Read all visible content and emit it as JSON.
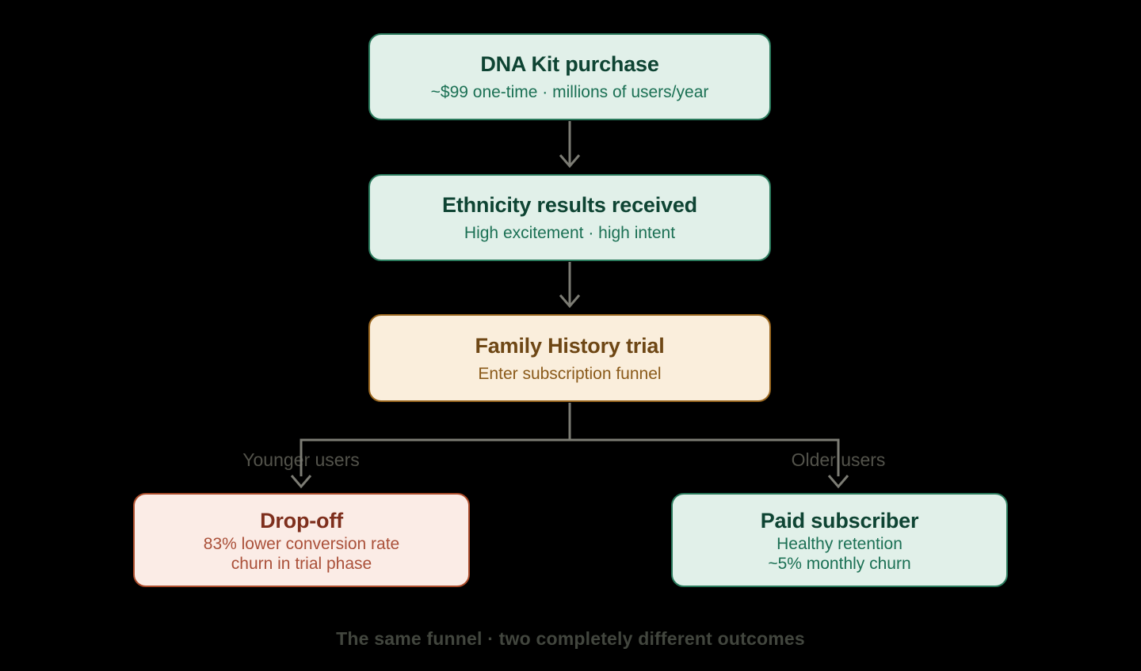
{
  "theme": {
    "background": "#000000",
    "arrow": "#7c7c74",
    "label_text": "#53534b",
    "caption_text": "#42463e",
    "green_fill": "#e1f0e9",
    "green_border": "#2a7a5c",
    "green_title": "#0e4433",
    "green_subtitle": "#1b7054",
    "amber_fill": "#faeedc",
    "amber_border": "#9a671f",
    "amber_title": "#6e4715",
    "amber_subtitle": "#8a5a1a",
    "red_fill": "#fbece6",
    "red_border": "#ab4c2b",
    "red_title": "#7e2f1d",
    "red_subtitle": "#aa5039"
  },
  "diagram": {
    "nodes": {
      "dna_kit": {
        "title": "DNA Kit purchase",
        "subtitle": "~$99 one-time · millions of users/year"
      },
      "ethnicity": {
        "title": "Ethnicity results received",
        "subtitle": "High excitement · high intent"
      },
      "family_history": {
        "title": "Family History trial",
        "subtitle": "Enter subscription funnel"
      },
      "drop_off": {
        "title": "Drop-off",
        "subtitle_line1": "83% lower conversion rate",
        "subtitle_line2": "churn in trial phase"
      },
      "paid_subscriber": {
        "title": "Paid subscriber",
        "subtitle_line1": "Healthy retention",
        "subtitle_line2": "~5% monthly churn"
      }
    },
    "branch_labels": {
      "left": "Younger users",
      "right": "Older users"
    },
    "caption": "The same funnel · two completely different outcomes"
  }
}
